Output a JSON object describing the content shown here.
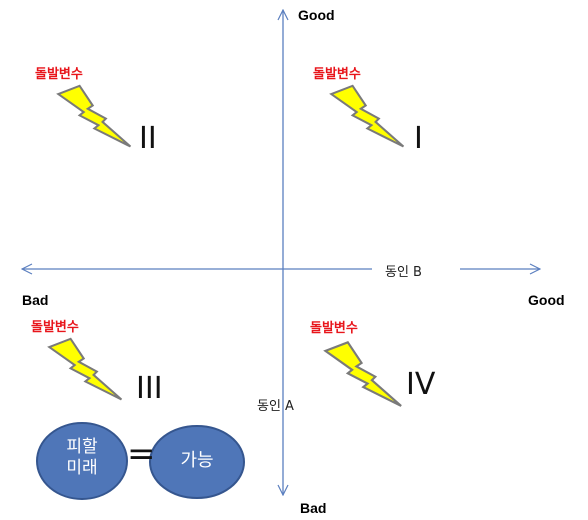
{
  "axes": {
    "vertical": {
      "top_label": "Good",
      "bottom_label": "Bad",
      "name": "동인 A"
    },
    "horizontal": {
      "left_label": "Bad",
      "right_label": "Good",
      "name": "동인 B"
    }
  },
  "quadrants": [
    {
      "numeral": "I",
      "wildcard_label": "돌발변수",
      "icon": "lightning-bolt-icon"
    },
    {
      "numeral": "II",
      "wildcard_label": "돌발변수",
      "icon": "lightning-bolt-icon"
    },
    {
      "numeral": "III",
      "wildcard_label": "돌발변수",
      "icon": "lightning-bolt-icon"
    },
    {
      "numeral": "IV",
      "wildcard_label": "돌발변수",
      "icon": "lightning-bolt-icon"
    }
  ],
  "equation": {
    "left_line1": "피할",
    "left_line2": "미래",
    "operator": "=",
    "right": "가능"
  },
  "colors": {
    "axis": "#5b7fbf",
    "wildcard_text": "#e8151b",
    "bolt_fill": "#ffff00",
    "bolt_stroke": "#7a7a7a",
    "ellipse_fill": "#4f76b8",
    "ellipse_stroke": "#35568f"
  }
}
